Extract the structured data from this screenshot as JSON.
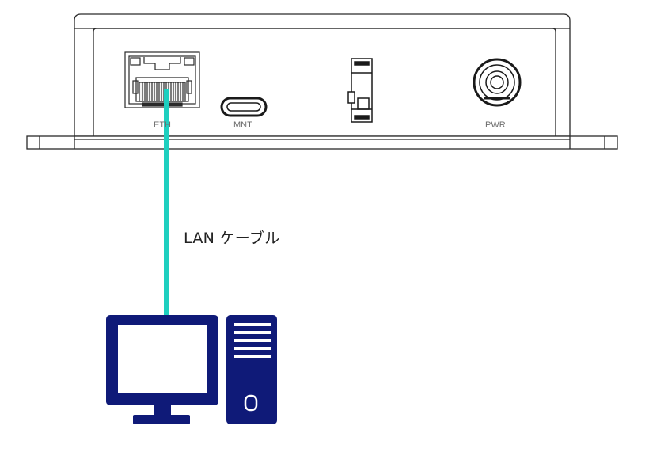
{
  "device": {
    "ports": [
      {
        "id": "eth",
        "label": "ETH"
      },
      {
        "id": "mnt",
        "label": "MNT"
      },
      {
        "id": "pwr",
        "label": "PWR"
      }
    ]
  },
  "cable": {
    "label": "LAN ケーブル",
    "color": "#1ecfbf"
  },
  "computer": {
    "color": "#0f1a78"
  }
}
